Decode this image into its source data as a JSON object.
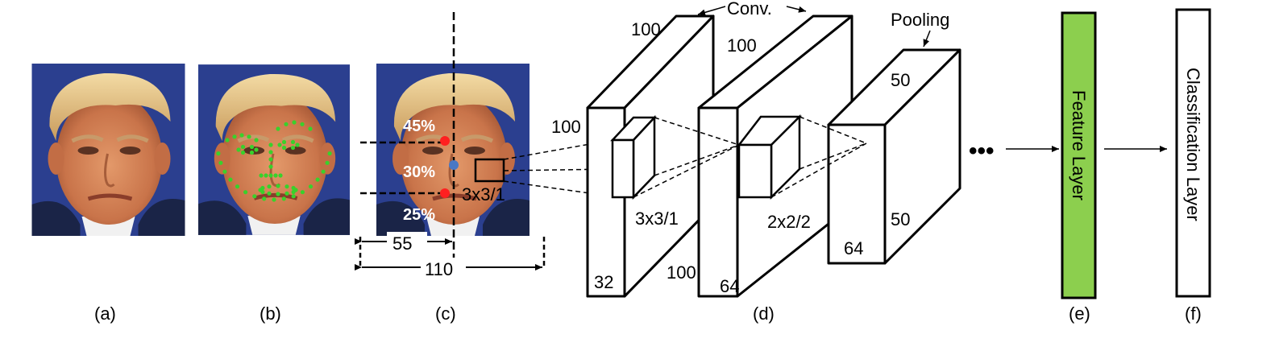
{
  "panels": {
    "a": "(a)",
    "b": "(b)",
    "c": "(c)",
    "d": "(d)",
    "e": "(e)",
    "f": "(f)"
  },
  "face_crop": {
    "pct_top": "45%",
    "pct_mid": "30%",
    "pct_bottom": "25%",
    "kernel_label": "3x3/1",
    "dim_half": "55",
    "dim_full": "110"
  },
  "cnn": {
    "conv_label": "Conv.",
    "pooling_label": "Pooling",
    "block1": {
      "height": "100",
      "width": "100",
      "depth": "32",
      "kernel": "3x3/1"
    },
    "block2": {
      "height": "100",
      "width": "100",
      "depth": "64",
      "kernel": "2x2/2"
    },
    "block3": {
      "height": "50",
      "width": "50",
      "depth": "64"
    },
    "ellipsis": "•••"
  },
  "layers": {
    "feature": "Feature Layer",
    "classification": "Classification Layer"
  },
  "colors": {
    "background_blue": "#2b3f8f",
    "skin": "#d98a5a",
    "hair": "#e7c688",
    "landmark_green": "#39d12b",
    "marker_red": "#ff2020",
    "marker_blue": "#4a78c4",
    "feature_green": "#8ccf4e"
  }
}
